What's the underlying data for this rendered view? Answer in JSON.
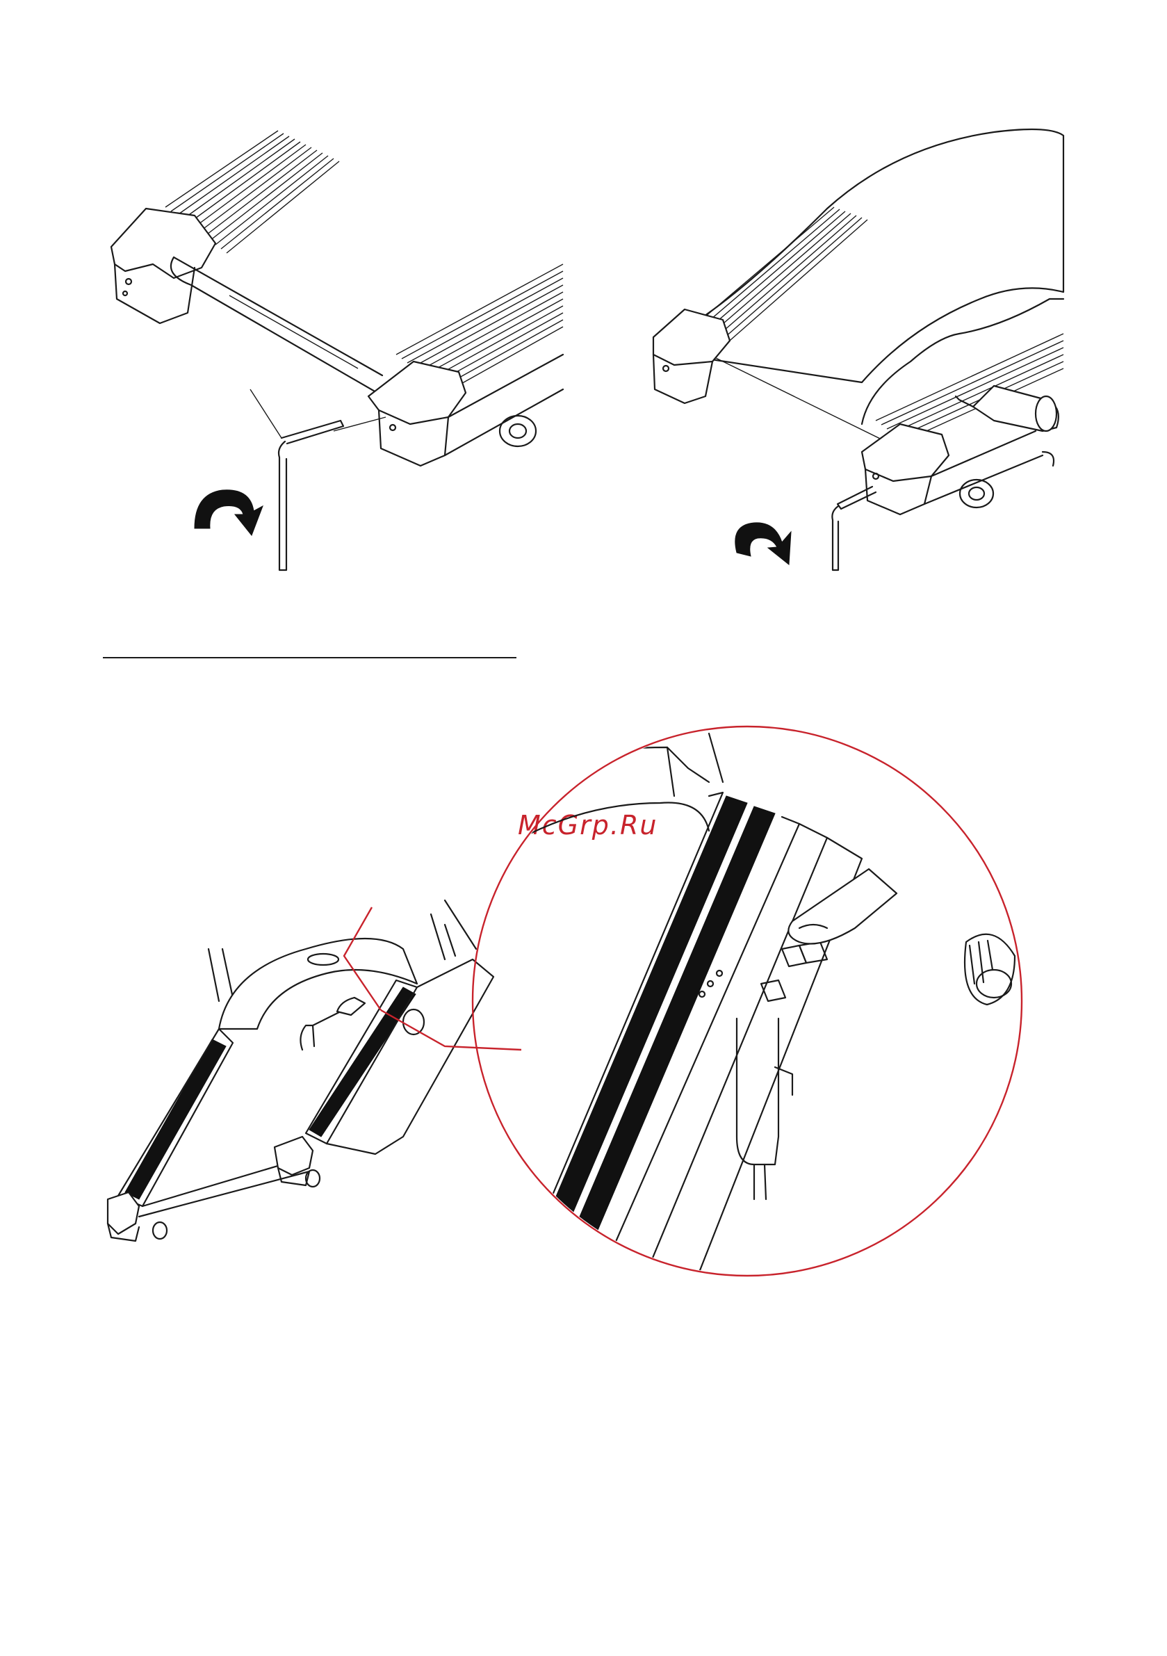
{
  "watermark": {
    "text": "McGrp.Ru"
  },
  "colors": {
    "line": "#1a1a1a",
    "accent": "#c8232c",
    "background": "#ffffff"
  },
  "figures": [
    {
      "id": "fig-1",
      "icon": "rotate-clockwise-arrow-icon",
      "tool": "allen-key-icon"
    },
    {
      "id": "fig-2",
      "icon": "rotate-counterclockwise-arrow-icon",
      "tool": "allen-key-icon"
    },
    {
      "id": "fig-3",
      "icon": "magnifier-callout-icon"
    }
  ]
}
